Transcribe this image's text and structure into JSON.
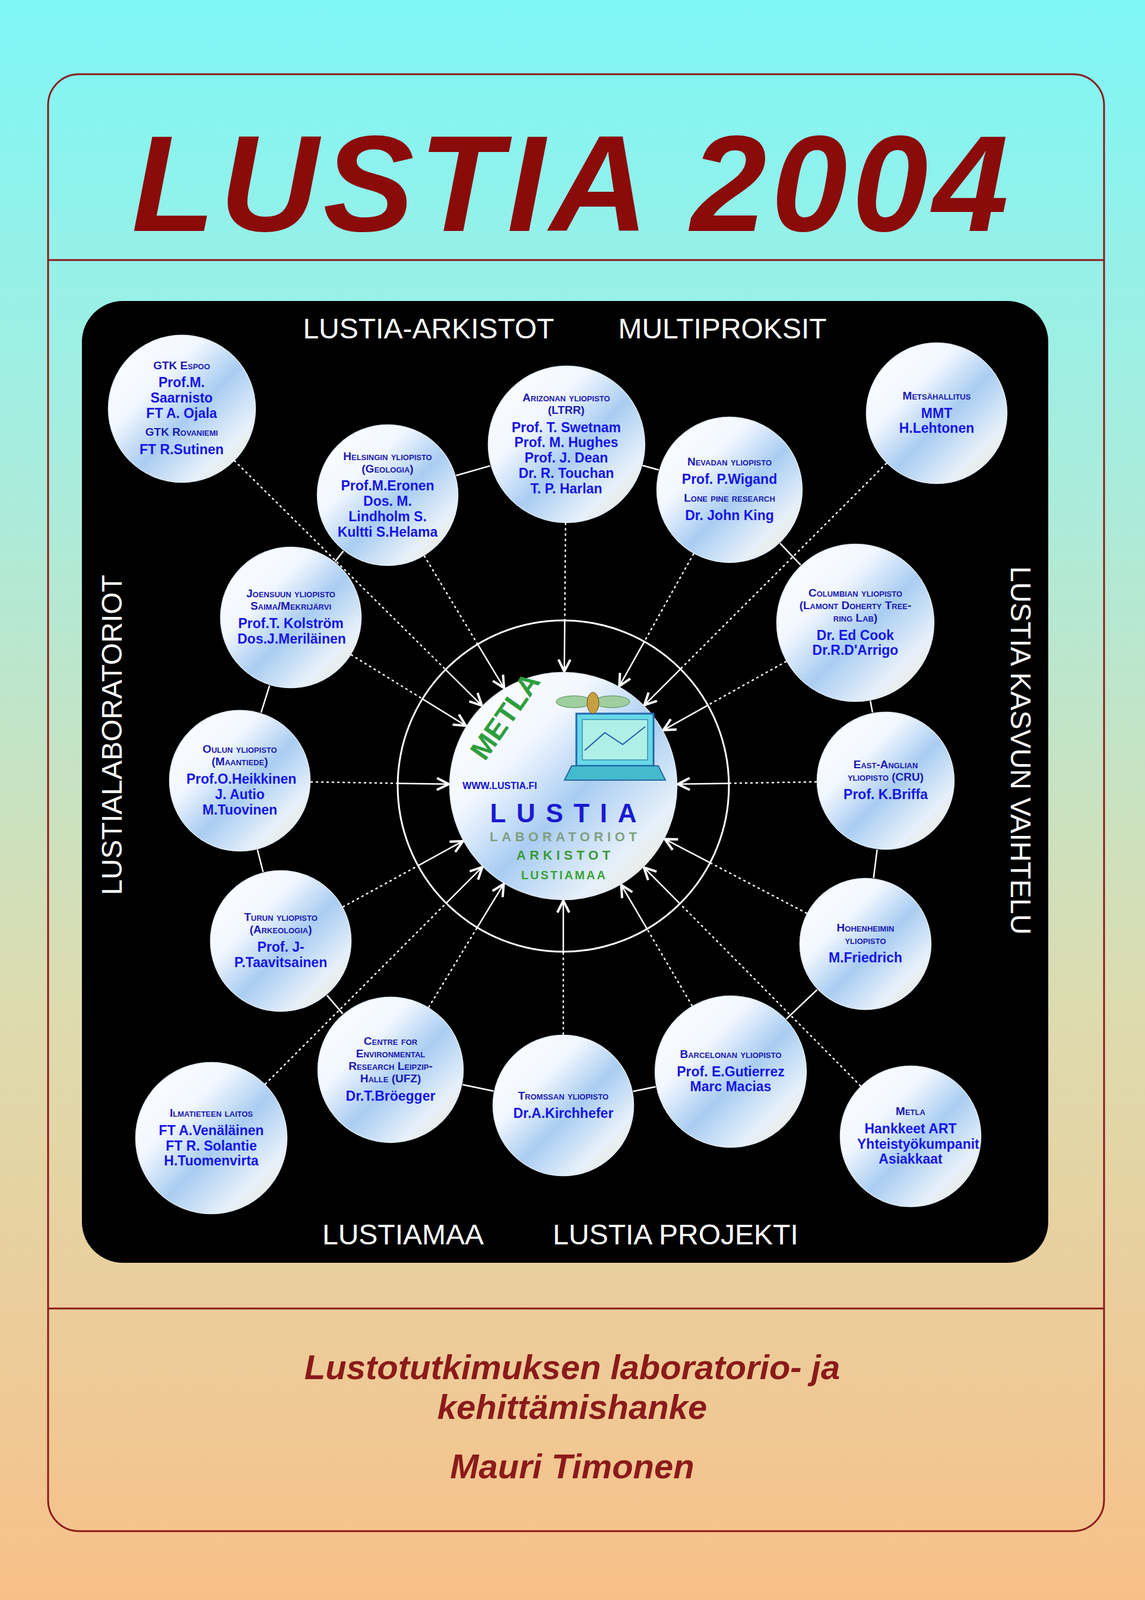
{
  "diagram": {
    "title": "LUSTIA 2004",
    "caption": "Lustotutkimuksen laboratorio- ja kehittämishanke",
    "nodes": [
      {
        "text": [
          "GTK Espoo",
          "Prof.M. Saarnisto FT A. Ojala",
          "GTK Rovaniemi",
          "FT R.Sutinen"
        ]
      },
      {
        "text": [
          "Helsingin yliopisto (Geologia)",
          "Prof.M.Eronen Dos. M. Lindholm S. Kultti S.Helama"
        ]
      },
      {
        "text": [
          "Arizonan yliopisto (LTRR)",
          "Prof. T. Swetnam Prof. M. Hughes Prof. J. Dean Dr. R. Touchan T. P. Harlan"
        ]
      },
      {
        "text": [
          "Nevadan yliopisto",
          "Prof. P.Wigand",
          "Lone pine research",
          "Dr. John King"
        ]
      },
      {
        "text": [
          "Metsähallitus",
          "MMT H.Lehtonen"
        ]
      },
      {
        "text": [
          "Joensuun yliopisto Saima/Mekrijärvi",
          "Prof.T. Kolström Dos.J.Meriläinen"
        ]
      },
      {
        "text": [
          "Columbian yliopisto (Lamont Doherty Tree-ring Lab)",
          "Dr. Ed Cook Dr.R.D'Arrigo"
        ]
      },
      {
        "text": [
          "Oulun yliopisto (Maantiede)",
          "Prof.O.Heikkinen J. Autio M.Tuovinen"
        ]
      },
      {
        "text": [
          "METLA",
          "WWW.LUSTIA.FI",
          "LUSTIA",
          "LABORATORIOT",
          "ARKISTOT",
          "LUSTIAMAA"
        ]
      },
      {
        "text": [
          "East-Anglian yliopisto (CRU)",
          "Prof. K.Briffa"
        ]
      },
      {
        "text": [
          "Turun yliopisto (Arkeologia)",
          "Prof. J-P.Taavitsainen"
        ]
      },
      {
        "text": [
          "Hohenheimin yliopisto",
          "M.Friedrich"
        ]
      },
      {
        "text": [
          "Centre for Environmental Research Leipzip-Halle (UFZ)",
          "Dr.T.Bröegger"
        ]
      },
      {
        "text": [
          "Barcelonan yliopisto",
          "Prof. E.Gutierrez Marc Macias"
        ]
      },
      {
        "text": [
          "Ilmatieteen laitos",
          "FT A.Venäläinen FT R. Solantie H.Tuomenvirta"
        ]
      },
      {
        "text": [
          "Tromssan yliopisto",
          "Dr.A.Kirchhefer"
        ]
      },
      {
        "text": [
          "Metla",
          "Hankkeet ART Yhteistyökumpanit Asiakkaat"
        ]
      }
    ],
    "edges": [
      {
        "from": 0,
        "to": 8,
        "arrow": "to"
      },
      {
        "from": 1,
        "to": 8,
        "arrow": "to"
      },
      {
        "from": 2,
        "to": 8,
        "arrow": "to"
      },
      {
        "from": 3,
        "to": 8,
        "arrow": "to"
      },
      {
        "from": 4,
        "to": 8,
        "arrow": "to"
      },
      {
        "from": 5,
        "to": 8,
        "arrow": "to"
      },
      {
        "from": 6,
        "to": 8,
        "arrow": "to"
      },
      {
        "from": 7,
        "to": 8,
        "arrow": "to"
      },
      {
        "from": 9,
        "to": 8,
        "arrow": "to"
      },
      {
        "from": 10,
        "to": 8,
        "arrow": "to"
      },
      {
        "from": 11,
        "to": 8,
        "arrow": "to"
      },
      {
        "from": 12,
        "to": 8,
        "arrow": "to"
      },
      {
        "from": 13,
        "to": 8,
        "arrow": "to"
      },
      {
        "from": 14,
        "to": 8,
        "arrow": "to"
      },
      {
        "from": 15,
        "to": 8,
        "arrow": "to"
      },
      {
        "from": 16,
        "to": 8,
        "arrow": "to"
      },
      {
        "from": 1,
        "to": 2,
        "arrow": "none"
      },
      {
        "from": 2,
        "to": 3,
        "arrow": "none"
      },
      {
        "from": 3,
        "to": 6,
        "arrow": "none"
      },
      {
        "from": 6,
        "to": 9,
        "arrow": "none"
      },
      {
        "from": 9,
        "to": 11,
        "arrow": "none"
      },
      {
        "from": 11,
        "to": 13,
        "arrow": "none"
      },
      {
        "from": 13,
        "to": 15,
        "arrow": "none"
      },
      {
        "from": 15,
        "to": 12,
        "arrow": "none"
      },
      {
        "from": 12,
        "to": 10,
        "arrow": "none"
      },
      {
        "from": 10,
        "to": 7,
        "arrow": "none"
      },
      {
        "from": 7,
        "to": 5,
        "arrow": "none"
      },
      {
        "from": 5,
        "to": 1,
        "arrow": "none"
      }
    ],
    "labels": [
      "LUSTIA-ARKISTOT",
      "MULTIPROKSIT",
      "LUSTIAMAA",
      "LUSTIA PROJEKTI",
      "LUSTIALABORATORIOT",
      "LUSTIA KASVUN VAIHTELU",
      "Mauri Timonen"
    ]
  }
}
